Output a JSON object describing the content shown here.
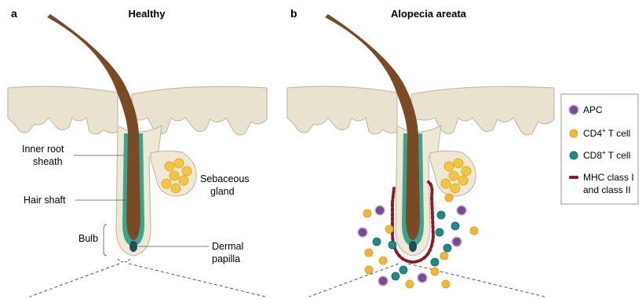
{
  "panels": {
    "a": {
      "letter": "a",
      "title": "Healthy"
    },
    "b": {
      "letter": "b",
      "title": "Alopecia areata"
    }
  },
  "labels": {
    "inner_root_sheath_1": "Inner root",
    "inner_root_sheath_2": "sheath",
    "hair_shaft": "Hair shaft",
    "bulb": "Bulb",
    "sebaceous_gland_1": "Sebaceous",
    "sebaceous_gland_2": "gland",
    "dermal_papilla_1": "Dermal",
    "dermal_papilla_2": "papilla"
  },
  "legend": {
    "apc": "APC",
    "cd4_prefix": "CD4",
    "cd4_sup": "+",
    "cd4_suffix": " T cell",
    "cd8_prefix": "CD8",
    "cd8_sup": "+",
    "cd8_suffix": " T cell",
    "mhc_1": "MHC class I",
    "mhc_2": "and class II"
  },
  "colors": {
    "skin": "#e8e2cf",
    "skin_stroke": "#b9b3a0",
    "follicle": "#efe8d4",
    "sheath": "#3aa58e",
    "hair": "#7a4a26",
    "papilla": "#1e4d5c",
    "gland": "#f4c542",
    "apc": "#7b4a8f",
    "cd4": "#f3b63a",
    "cd8": "#1f8a8a",
    "mhc": "#8a1a24"
  }
}
